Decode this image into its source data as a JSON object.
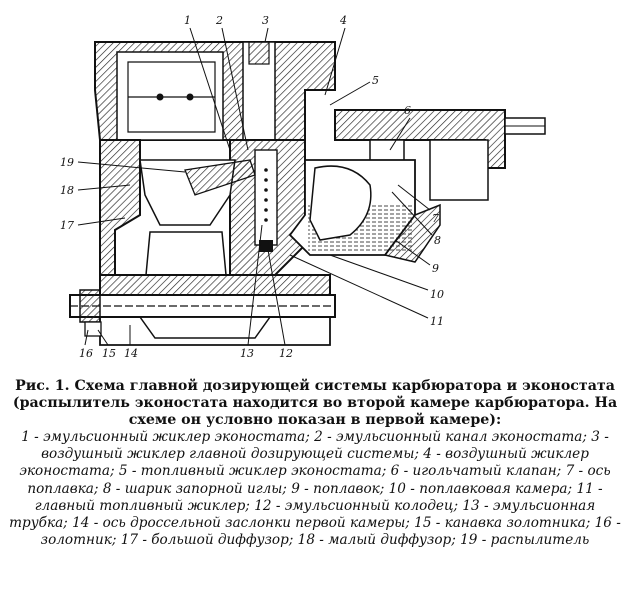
{
  "figure": {
    "callouts": [
      "1",
      "2",
      "3",
      "4",
      "5",
      "6",
      "7",
      "8",
      "9",
      "10",
      "11",
      "12",
      "13",
      "14",
      "15",
      "16",
      "17",
      "18",
      "19"
    ]
  },
  "caption": {
    "title": "Рис. 1. Схема главной дозирующей системы карбюратора и эконостата (распылитель эконостата находится во второй камере карбюратора. На схеме он условно показан в первой камере):",
    "legend": "1 - эмульсионный жиклер эконостата; 2 - эмульсионный канал эконостата; 3 - воздушный жиклер главной дозирующей системы; 4 - воздушный жиклер эконостата; 5 - топливный жиклер эконостата; 6 - игольчатый клапан; 7 - ось поплавка; 8 - шарик запорной иглы; 9 - поплавок; 10 - поплавковая камера; 11 - главный топливный жиклер; 12 - эмульсионный колодец; 13 - эмульсионная трубка; 14 - ось дроссельной заслонки первой камеры; 15 - канавка золотника; 16 - золотник; 17 - большой диффузор; 18 - малый диффузор; 19 - распылитель"
  }
}
